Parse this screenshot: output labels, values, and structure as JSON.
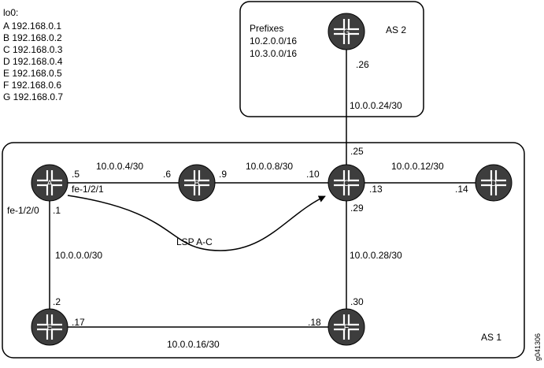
{
  "loopbacks": {
    "title": "lo0:",
    "entries": [
      "A 192.168.0.1",
      "B 192.168.0.2",
      "C 192.168.0.3",
      "D 192.168.0.4",
      "E 192.168.0.5",
      "F 192.168.0.6",
      "G 192.168.0.7"
    ]
  },
  "as2": {
    "label": "AS 2",
    "prefixes_title": "Prefixes",
    "prefixes": [
      "10.2.0.0/16",
      "10.3.0.0/16"
    ]
  },
  "as1": {
    "label": "AS 1"
  },
  "routers": {
    "A": "A",
    "B": "B",
    "C": "C",
    "D": "D",
    "E": "E",
    "F": "F",
    "G": "G"
  },
  "links": {
    "ab": {
      "subnet": "10.0.0.4/30",
      "a_end": ".5",
      "b_end": ".6",
      "a_interface": "fe-1/2/1"
    },
    "bc": {
      "subnet": "10.0.0.8/30",
      "b_end": ".9",
      "c_end": ".10"
    },
    "cd": {
      "subnet": "10.0.0.12/30",
      "c_end": ".13",
      "d_end": ".14"
    },
    "ae": {
      "subnet": "10.0.0.0/30",
      "a_end": ".1",
      "e_end": ".2",
      "a_interface": "fe-1/2/0"
    },
    "ef": {
      "subnet": "10.0.0.16/30",
      "e_end": ".17",
      "f_end": ".18"
    },
    "cf": {
      "subnet": "10.0.0.28/30",
      "c_end": ".29",
      "f_end": ".30"
    },
    "cg": {
      "subnet": "10.0.0.24/30",
      "c_end": ".25",
      "g_end": ".26"
    }
  },
  "lsp": {
    "label": "LSP A-C"
  },
  "figure_id": "g041306"
}
